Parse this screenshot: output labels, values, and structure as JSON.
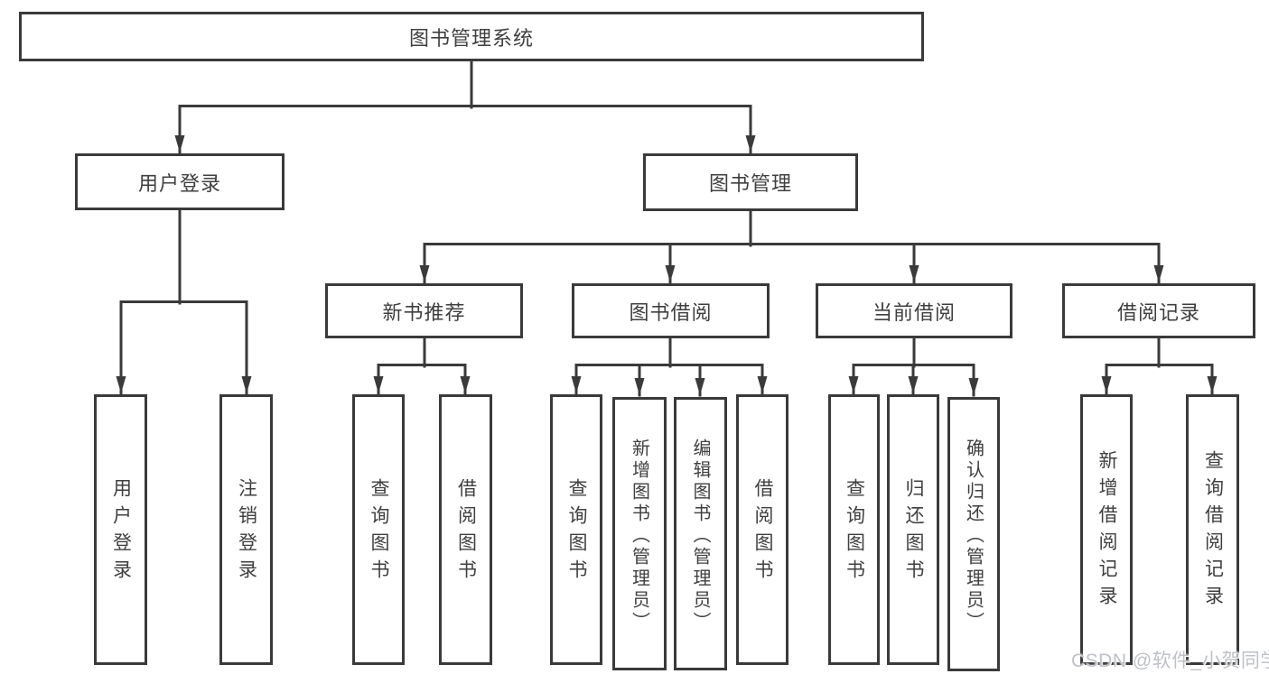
{
  "colors": {
    "line": "#3a3a3a",
    "box_border": "#3a3a3a",
    "text": "#3f3f3f",
    "background": "#ffffff",
    "watermark": "#bdc1c5"
  },
  "watermark": {
    "text": "CSDN @软件_小贺同学"
  },
  "tree": {
    "root": {
      "label": "图书管理系统"
    },
    "level2": [
      {
        "label": "用户登录",
        "children": [
          {
            "label": "用户登录"
          },
          {
            "label": "注销登录"
          }
        ]
      },
      {
        "label": "图书管理",
        "children": [
          {
            "label": "新书推荐",
            "children": [
              {
                "label": "查询图书"
              },
              {
                "label": "借阅图书"
              }
            ]
          },
          {
            "label": "图书借阅",
            "children": [
              {
                "label": "查询图书"
              },
              {
                "label": "新增图书（管理员）"
              },
              {
                "label": "编辑图书（管理员）"
              },
              {
                "label": "借阅图书"
              }
            ]
          },
          {
            "label": "当前借阅",
            "children": [
              {
                "label": "查询图书"
              },
              {
                "label": "归还图书"
              },
              {
                "label": "确认归还（管理员）"
              }
            ]
          },
          {
            "label": "借阅记录",
            "children": [
              {
                "label": "新增借阅记录"
              },
              {
                "label": "查询借阅记录"
              }
            ]
          }
        ]
      }
    ]
  }
}
